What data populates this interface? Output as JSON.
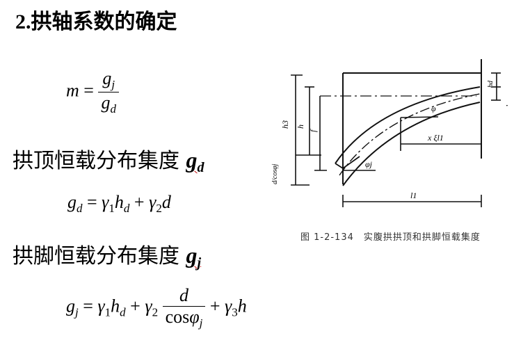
{
  "title": {
    "number": "2.",
    "text": "拱轴系数的确定"
  },
  "formula_m": {
    "lhs": "m",
    "equals": "=",
    "numerator": {
      "base": "g",
      "sub": "j"
    },
    "denominator": {
      "base": "g",
      "sub": "d"
    }
  },
  "section_crown": {
    "label": "拱顶恒载分布集度",
    "symbol": {
      "base": "g",
      "sub": "d"
    }
  },
  "formula_gd": {
    "lhs": {
      "base": "g",
      "sub": "d"
    },
    "equals": "=",
    "term1": {
      "coef": "γ",
      "coef_sub": "1",
      "var": "h",
      "var_sub": "d"
    },
    "plus": "+",
    "term2": {
      "coef": "γ",
      "coef_sub": "2",
      "var": "d"
    }
  },
  "section_foot": {
    "label": "拱脚恒载分布集度",
    "symbol": {
      "base": "g",
      "sub": "j"
    }
  },
  "formula_gj": {
    "lhs": {
      "base": "g",
      "sub": "j"
    },
    "equals": "=",
    "term1": {
      "coef": "γ",
      "coef_sub": "1",
      "var": "h",
      "var_sub": "d"
    },
    "plus1": "+",
    "term2": {
      "coef": "γ",
      "coef_sub": "2",
      "frac_num": "d",
      "frac_den_cos": "cos",
      "frac_den_phi": "φ",
      "frac_den_sub": "j"
    },
    "plus2": "+",
    "term3": {
      "coef": "γ",
      "coef_sub": "3",
      "var": "h"
    }
  },
  "figure": {
    "caption": "图 1-2-134　实腹拱拱顶和拱脚恒载集度",
    "labels": {
      "h3": "h₃",
      "h": "h",
      "f": "f",
      "d_over_cos": "d/cosφⱼ",
      "d": "d",
      "hd": "hd",
      "phi": "φ",
      "phi_j": "φⱼ",
      "x_xi_l1": "x  ξl₁",
      "l1": "l₁"
    }
  }
}
